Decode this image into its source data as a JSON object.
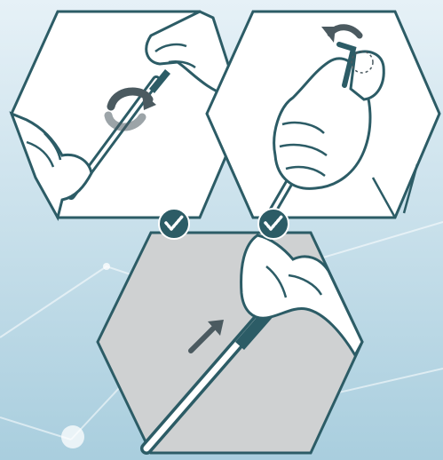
{
  "colors": {
    "background_top": "#e6f1f7",
    "background_bottom": "#a9cede",
    "panel_fill": "#ffffff",
    "panel_fill_active": "#cfd1d2",
    "outline": "#2c5c66",
    "badge_fill": "#2c5c66",
    "badge_mark": "#ffffff",
    "arrow": "#4b5a60",
    "hand_fill": "#ffffff"
  },
  "steps": [
    {
      "icon": "hand-twist-rod-icon",
      "action": "rotate",
      "badge_icon": "check-badge-icon"
    },
    {
      "icon": "hand-bend-wire-icon",
      "action": "bend-back",
      "badge_icon": "check-badge-icon"
    },
    {
      "icon": "hand-push-rod-icon",
      "action": "push-forward",
      "state": "active"
    }
  ]
}
